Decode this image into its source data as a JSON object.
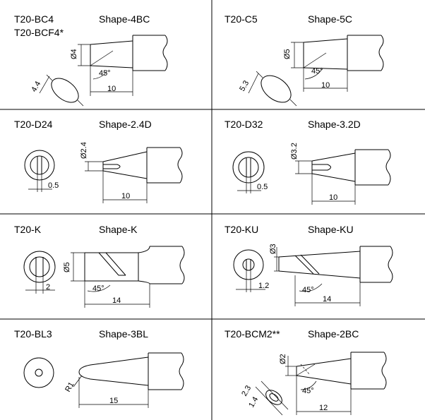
{
  "tips": [
    {
      "model": "T20-BC4",
      "model_line2": "T20-BCF4*",
      "shape": "Shape-4BC",
      "dims": {
        "diameter": "Ø4",
        "angle": "45°",
        "length": "10",
        "bevel": "4.4"
      }
    },
    {
      "model": "T20-C5",
      "shape": "Shape-5C",
      "dims": {
        "diameter": "Ø5",
        "angle": "45°",
        "length": "10",
        "bevel": "5.3"
      }
    },
    {
      "model": "T20-D24",
      "shape": "Shape-2.4D",
      "dims": {
        "diameter": "Ø2.4",
        "thickness": "0.5",
        "length": "10"
      }
    },
    {
      "model": "T20-D32",
      "shape": "Shape-3.2D",
      "dims": {
        "diameter": "Ø3.2",
        "thickness": "0.5",
        "length": "10"
      }
    },
    {
      "model": "T20-K",
      "shape": "Shape-K",
      "dims": {
        "diameter": "Ø5",
        "width": "2",
        "angle": "45°",
        "length": "14"
      }
    },
    {
      "model": "T20-KU",
      "shape": "Shape-KU",
      "dims": {
        "diameter": "Ø3",
        "width": "1.2",
        "angle": "45°",
        "length": "14"
      }
    },
    {
      "model": "T20-BL3",
      "shape": "Shape-3BL",
      "dims": {
        "radius": "R1",
        "length": "15"
      }
    },
    {
      "model": "T20-BCM2**",
      "shape": "Shape-2BC",
      "dims": {
        "diameter": "Ø2",
        "angle": "45°",
        "length": "12",
        "bevel_outer": "2.3",
        "bevel_inner": "1.4"
      }
    }
  ]
}
